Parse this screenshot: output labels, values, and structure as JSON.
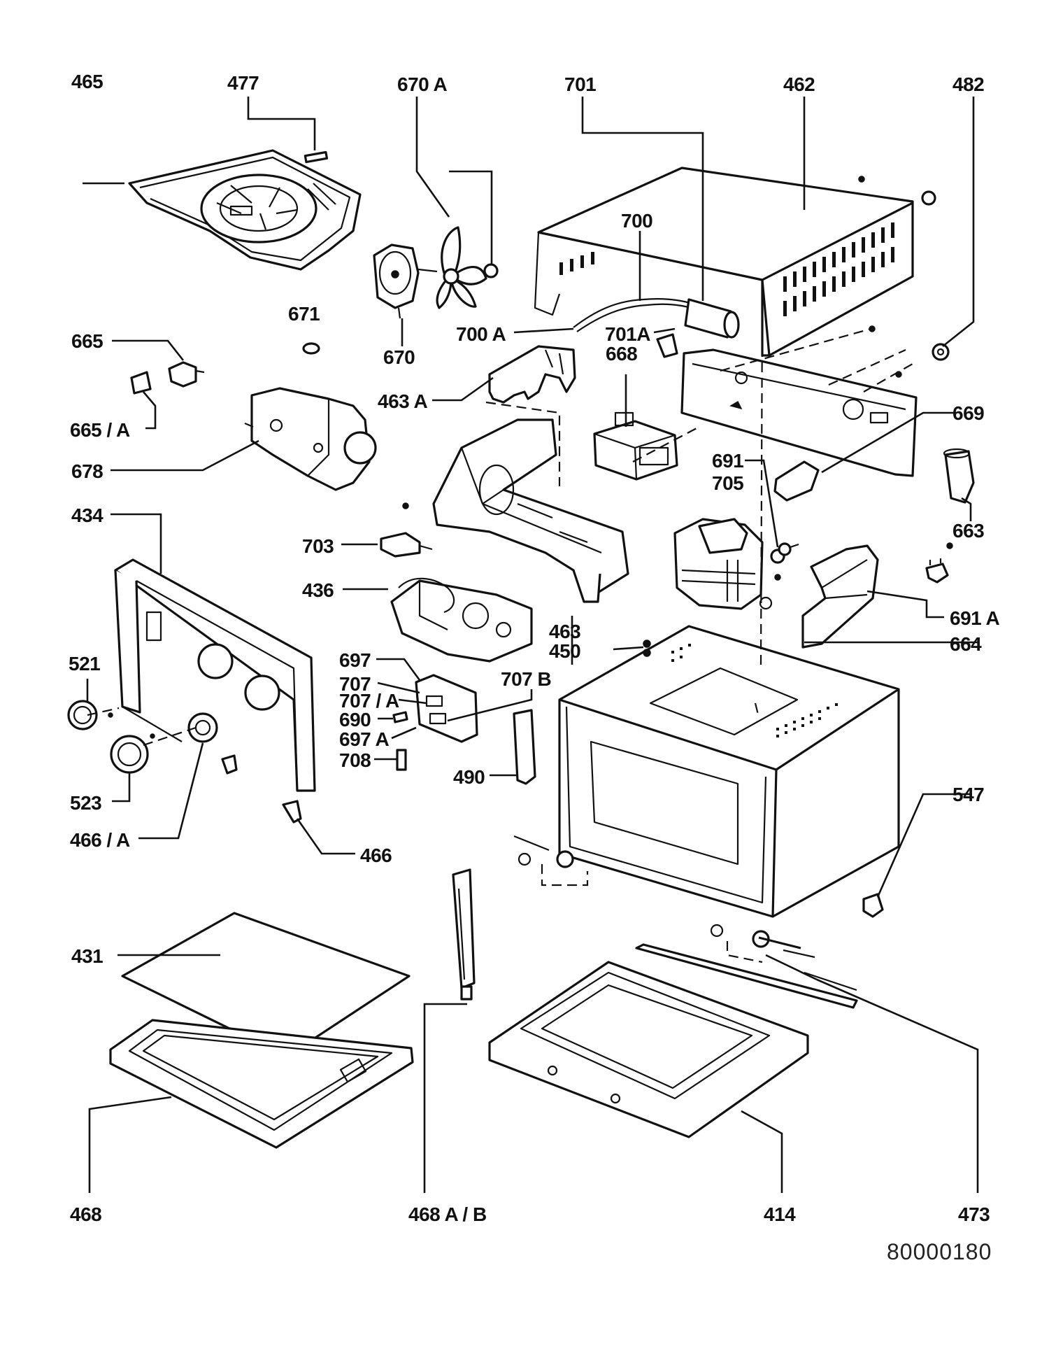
{
  "drawing_code": "80000180",
  "labels": {
    "l465": "465",
    "l477": "477",
    "l670a": "670 A",
    "l701": "701",
    "l462": "462",
    "l482": "482",
    "l700": "700",
    "l671": "671",
    "l700a": "700 A",
    "l701a": "701A",
    "l668": "668",
    "l670": "670",
    "l665": "665",
    "l665a": "665 / A",
    "l463a": "463 A",
    "l669": "669",
    "l678": "678",
    "l691": "691",
    "l705": "705",
    "l663": "663",
    "l434": "434",
    "l703": "703",
    "l436": "436",
    "l691a": "691 A",
    "l463": "463",
    "l664": "664",
    "l450": "450",
    "l521": "521",
    "l697": "697",
    "l707b": "707 B",
    "l707": "707",
    "l707a": "707 / A",
    "l690": "690",
    "l697a": "697 A",
    "l708": "708",
    "l490": "490",
    "l523": "523",
    "l547": "547",
    "l466a": "466 / A",
    "l466": "466",
    "l431": "431",
    "l468": "468",
    "l468ab": "468 A / B",
    "l414": "414",
    "l473": "473"
  }
}
